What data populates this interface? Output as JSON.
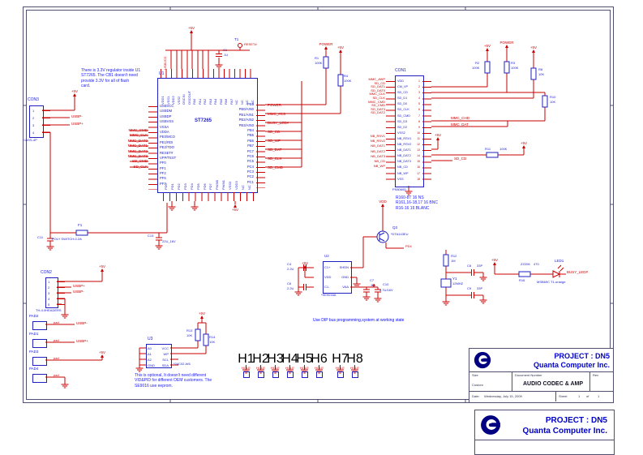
{
  "power": {
    "p5": "+5V",
    "power": "POWER",
    "vdd": "VDD"
  },
  "nets": {
    "usbp_m": "USBP-",
    "usbp_p": "USBP+",
    "busy": "BUSY_LED#",
    "reset": "RESET#",
    "pd4": "PD4",
    "mmc_chd": "MMC_CHD",
    "mmc_dat": "MMC_DAT",
    "sd_cd": "SD_CD",
    "usbvcc": "USBVCC"
  },
  "notes": {
    "regulator": [
      "There is 3.3V regulator inside U1",
      "ST7265. The CB1 doesn't need",
      "provide 3.3V for all of flash",
      "card."
    ],
    "programming": "Use DIP bus programming,system at working state",
    "optional": [
      "This is optional, It doesn't need different",
      "VID&PID for different OEM customers. The",
      "SE9016 use eeprom."
    ],
    "memory": [
      "R160-8T 16 NS",
      "R161,16-18,17 16 BNC",
      "R16-16 16 BLANC"
    ]
  },
  "u1": {
    "ref": "U1",
    "value": "ST7265",
    "left_pins": [
      "USBVCC",
      "USBDM",
      "USBDP",
      "USBVSS",
      "VSSA",
      "VDDA",
      "PE0/MCO",
      "PE1/RDI",
      "PE2/TDO",
      "RESET#",
      "VPP/TEST",
      "PF0",
      "PF1",
      "PF2",
      "PF6",
      "PF7"
    ],
    "right_pins": [
      "PE3",
      "PB0/AIN0",
      "PB1/AIN1",
      "PB2/AIN2",
      "PB3/AIN3",
      "PB4",
      "PB5",
      "PB6",
      "PB7",
      "PC7",
      "PC6",
      "PC5",
      "PC4",
      "PC3",
      "PC2",
      "PC1"
    ],
    "top_pins": [
      "VDD1",
      "VSS1",
      "VDD2",
      "VSS2",
      "OSCIN",
      "OSCOUT",
      "PA0",
      "PA1",
      "PA2",
      "PA3",
      "PA4",
      "PA5",
      "PA6",
      "PA7",
      "NC",
      "NC",
      "NC",
      "NC"
    ],
    "bottom_pins": [
      "PD0",
      "PD1",
      "PD2",
      "PD3",
      "PD4",
      "PD5",
      "PD6",
      "PD7",
      "PWM0",
      "PWM1",
      "VSS3",
      "VDD3",
      "NC",
      "NC"
    ],
    "left_nets": [
      "MMC_CMD",
      "MMC_CLK",
      "MMC_DAT0",
      "MMC_DAT1",
      "MMC_DAT2",
      "MMC_DAT3",
      "SD_CMD",
      "SD_CLK"
    ],
    "right_nets": [
      "POWER",
      "MMC_#CS",
      "BUSY_LED#",
      "SD_CD",
      "SD_WP",
      "SD_DAT",
      "SD_CLK",
      "SD_CMD"
    ]
  },
  "con1": {
    "ref": "CON1",
    "value": "PS8060D",
    "pins": [
      "VDD",
      "CM_VP",
      "SD_CD",
      "SD_D1",
      "SD_D0",
      "SD_CLK",
      "SD_CMD",
      "SD_D3",
      "SD_D2",
      "VSS2",
      "NB_RSV1",
      "NB_RSV2",
      "NB_DAT1",
      "NB_DAT2",
      "NB_DAT3",
      "NB_CD",
      "NB_WP",
      "VSS"
    ],
    "numbers": [
      "1",
      "2",
      "3",
      "4",
      "5",
      "6",
      "7",
      "8",
      "9",
      "10",
      "11",
      "12",
      "13",
      "14",
      "15",
      "16",
      "17",
      "18"
    ],
    "nets_top": [
      "MMC_#WP",
      "SD_CD",
      "SD_DAT1",
      "SD_DAT0",
      "MMC_CLK",
      "SD_CLK",
      "MMC_CMD",
      "SD_CMD",
      "SD_DAT3",
      "SD_DAT2"
    ],
    "nets_bottom": [
      "NB_RSV1",
      "NB_RSV2",
      "NB_DAT1",
      "NB_DAT2",
      "NB_DAT3",
      "NB_CD",
      "NB_WP"
    ]
  },
  "con3": {
    "ref": "CON3",
    "value": "*JASS-4P",
    "pins": [
      "1",
      "2",
      "3",
      "4"
    ]
  },
  "con2": {
    "ref": "CON2",
    "value": "TH-4.0HEADERS",
    "pins": [
      "1",
      "2",
      "3",
      "4",
      "5"
    ]
  },
  "pads": [
    {
      "ref": "PAD2",
      "val": "pad",
      "net": "USBP-"
    },
    {
      "ref": "PAD1",
      "val": "pad",
      "net": "USBP+"
    },
    {
      "ref": "PAD3",
      "val": "pad",
      "net": ""
    },
    {
      "ref": "PAD4",
      "val": "pad",
      "net": ""
    }
  ],
  "u2": {
    "ref": "U2",
    "value": "*SE9016A",
    "left_pins": [
      "C1+",
      "VDD",
      "C1-"
    ],
    "right_pins": [
      "SHDN",
      "GND",
      "VAA"
    ]
  },
  "u3": {
    "ref": "U3",
    "value": "*24C02-W6",
    "left_pins": [
      "A0",
      "A1",
      "A2",
      "GND"
    ],
    "right_pins": [
      "VCC",
      "WP",
      "SCL",
      "SDA"
    ]
  },
  "q3": {
    "ref": "Q3",
    "value": "*DTA143EU"
  },
  "y1": {
    "ref": "Y1",
    "value": "12MHZ"
  },
  "t1": {
    "ref": "T1"
  },
  "f1": {
    "ref": "F1",
    "value": "POLY SWITCH-0.2A"
  },
  "led1": {
    "ref": "LED1",
    "value": "MSB69C T1-orange",
    "misc": "ZZ206"
  },
  "r": {
    "r1": {
      "ref": "R1",
      "val": "100K"
    },
    "r2": {
      "ref": "R2",
      "val": "100K"
    },
    "r3": {
      "ref": "R3",
      "val": "100K"
    },
    "r4": {
      "ref": "R4",
      "val": "100K"
    },
    "r8": {
      "ref": "R8",
      "val": "10K"
    },
    "r10": {
      "ref": "R10",
      "val": "10K"
    },
    "r11": {
      "ref": "R11",
      "val": "100K"
    },
    "r12": {
      "ref": "R12",
      "val": "1M"
    },
    "r13": {
      "ref": "R13",
      "val": "10K"
    },
    "r14": {
      "ref": "R14",
      "val": "10K"
    },
    "r16": {
      "ref": "R16",
      "val": "470"
    }
  },
  "c": {
    "c1": {
      "ref": "C1",
      "val": ".1U"
    },
    "c4": {
      "ref": "C4",
      "val": "2.2U"
    },
    "c6": {
      "ref": "C6",
      "val": "2.2U"
    },
    "c7": {
      "ref": "C7",
      "val": ".1U"
    },
    "c8": {
      "ref": "C8",
      "val": "33P"
    },
    "c9": {
      "ref": "C9",
      "val": "33P"
    },
    "c10": {
      "ref": "C10",
      "val": "4.7U/16V"
    },
    "c11": {
      "ref": "C11",
      "val": ""
    },
    "c13": {
      "ref": "C13",
      "val": "22U_16V"
    }
  },
  "holes1": [
    {
      "rf": "H1",
      "v": "HOLE"
    },
    {
      "rf": "H2",
      "v": "HOLE"
    },
    {
      "rf": "H3",
      "v": "HOLE"
    },
    {
      "rf": "H4",
      "v": "HOLE"
    },
    {
      "rf": "H5",
      "v": "HOLE"
    },
    {
      "rf": "H6",
      "v": "HOLE"
    }
  ],
  "holes2": [
    {
      "rf": "H7",
      "v": "HOLE"
    },
    {
      "rf": "H8",
      "v": "HOLE"
    }
  ],
  "title_block": {
    "project": "PROJECT : DN5",
    "company": "Quanta Computer Inc.",
    "title_label": "Title",
    "title": "AUDIO CODEC & AMP",
    "size_label": "Size",
    "size": "Custom",
    "doc_label": "Document Number",
    "doc": "",
    "rev_label": "Rev",
    "rev": "",
    "date_label": "Date:",
    "date": "Wednesday, July 15, 2009",
    "sheet_label": "Sheet",
    "of_label": "of",
    "sheet_num": "1",
    "sheet_total": "1"
  },
  "footer_block": {
    "project": "PROJECT : DN5",
    "company": "Quanta Computer Inc."
  }
}
